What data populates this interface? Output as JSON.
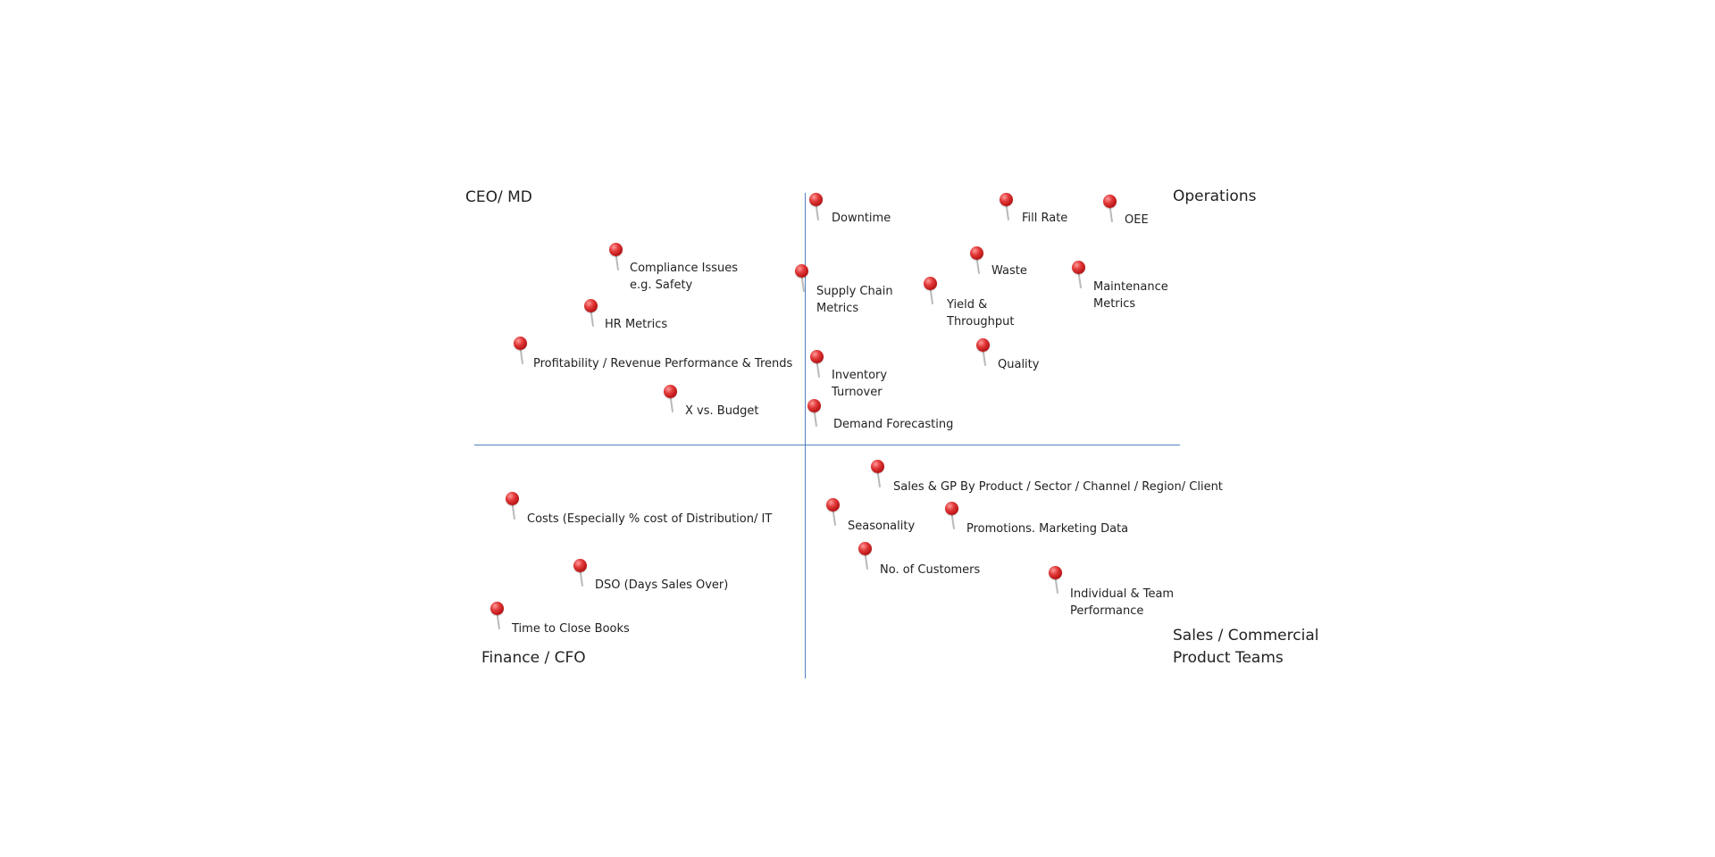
{
  "quadrants": {
    "top_left": "CEO/ MD",
    "top_right": "Operations",
    "bottom_left": "Finance / CFO",
    "bottom_right": "Sales / Commercial\nProduct Teams"
  },
  "pins": {
    "downtime": "Downtime",
    "fill_rate": "Fill Rate",
    "oee": "OEE",
    "compliance": "Compliance Issues\ne.g. Safety",
    "supply_chain": "Supply Chain\nMetrics",
    "waste": "Waste",
    "maintenance": "Maintenance\nMetrics",
    "yield": "Yield &\nThroughput",
    "hr": "HR Metrics",
    "profitability": "Profitability / Revenue Performance & Trends",
    "quality": "Quality",
    "inventory": "Inventory\nTurnover",
    "budget": "X vs. Budget",
    "demand": "Demand Forecasting",
    "sales_gp": "Sales & GP By Product / Sector / Channel / Region/ Client",
    "costs": "Costs (Especially % cost of Distribution/ IT",
    "seasonality": "Seasonality",
    "promotions": "Promotions. Marketing  Data",
    "customers": "No. of Customers",
    "individual": "Individual & Team\nPerformance",
    "dso": "DSO (Days Sales Over)",
    "close_books": "Time to Close Books"
  },
  "colors": {
    "axis": "#4f81bd",
    "pin": "#d32f2f"
  }
}
